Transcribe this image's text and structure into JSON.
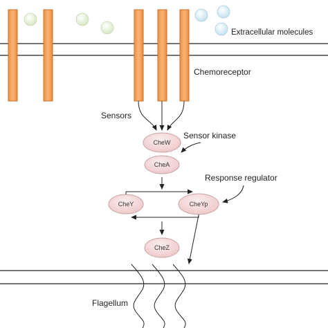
{
  "labels": {
    "extracellular": "Extracellular molecules",
    "chemoreceptor": "Chemoreceptor",
    "sensors": "Sensors",
    "sensor_kinase": "Sensor kinase",
    "response_regulator": "Response regulator",
    "flagellum": "Flagellum"
  },
  "nodes": {
    "chew": "CheW",
    "chea": "CheA",
    "chey": "CheY",
    "cheyp": "CheYp",
    "chez": "CheZ"
  },
  "colors": {
    "receptor_fill": "#f5a15a",
    "receptor_stroke": "#c8702a",
    "node_fill": "#f3d4d4",
    "node_stroke": "#c9a3a3",
    "green_molecule": "#e5f0d8",
    "blue_molecule": "#d6ecf5",
    "line": "#222222"
  }
}
